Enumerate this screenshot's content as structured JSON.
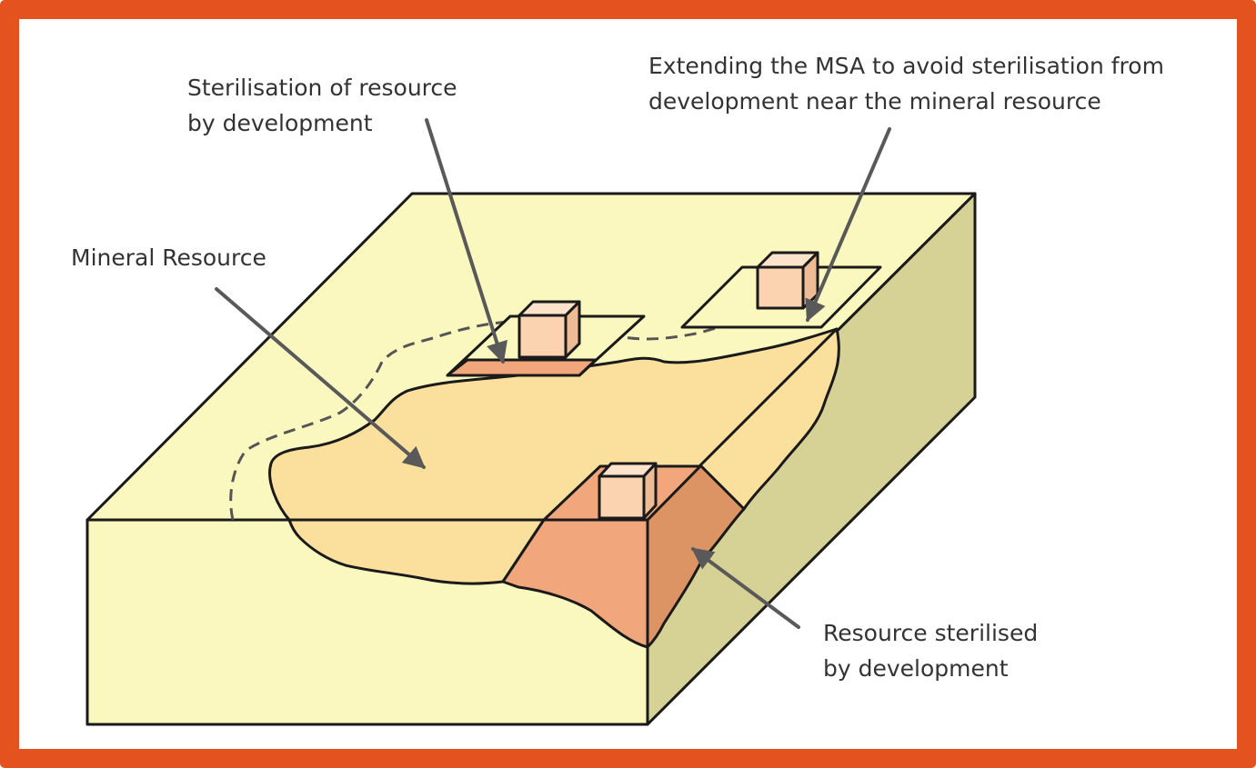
{
  "labels": {
    "sterilisation_of_resource": [
      "Sterilisation of resource",
      "by development"
    ],
    "extending_msa": [
      "Extending the MSA to avoid sterilisation from",
      "development near the mineral resource"
    ],
    "mineral_resource": "Mineral Resource",
    "resource_sterilised": [
      "Resource sterilised",
      "by development"
    ]
  },
  "colors": {
    "frame": "#e4531f",
    "ground_top": "#fbf8bf",
    "ground_side": "#d6d296",
    "mineral_resource": "#fbe09d",
    "sterilised_resource": "#f1a77b",
    "sterilised_resource_dark": "#dc9465",
    "building": "#fbd3b0",
    "building_top": "#fde3cb",
    "building_side": "#eebb97",
    "outline": "#1a1a1a",
    "arrow": "#595959"
  }
}
